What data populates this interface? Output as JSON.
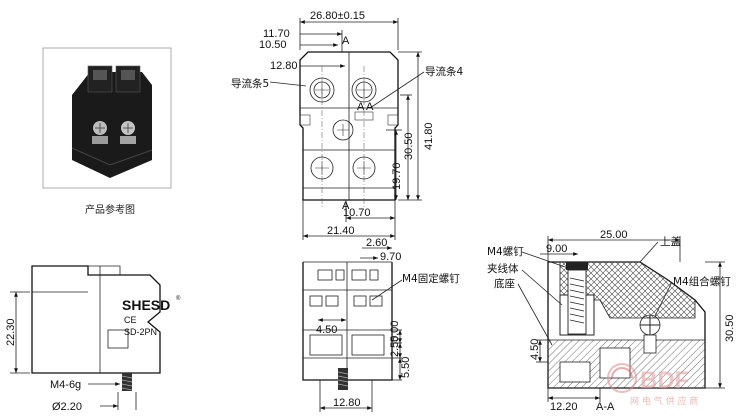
{
  "photo_caption": "产品参考图",
  "top_view": {
    "dims": [
      "26.80±0.15",
      "11.70",
      "10.50",
      "12.80",
      "41.80",
      "30.50",
      "19.70",
      "10.70",
      "21.40"
    ],
    "section_marks": [
      "A",
      "A",
      "A",
      "A"
    ],
    "callouts": [
      "导流条5",
      "导流条4"
    ]
  },
  "side_view": {
    "brand": "SHESD",
    "registered": "®",
    "ce": "CE",
    "model": "SD-2PN",
    "dims": [
      "22.30",
      "M4-6g",
      "Ø2.20"
    ]
  },
  "front_view": {
    "dims": [
      "2.60",
      "9.70",
      "4.50",
      "5.00",
      "2.50",
      "5.50",
      "12.80"
    ],
    "callouts": [
      "M4固定螺钉"
    ]
  },
  "section_view": {
    "dims": [
      "25.00",
      "9.00",
      "30.50",
      "4.50",
      "12.20"
    ],
    "callouts": [
      "M4螺钉",
      "夹线体",
      "底座",
      "上盖",
      "M4组合螺钉"
    ],
    "section_label": "A-A"
  },
  "watermark": {
    "text": "BDF",
    "sub": "网 电 气 供 应 商"
  }
}
